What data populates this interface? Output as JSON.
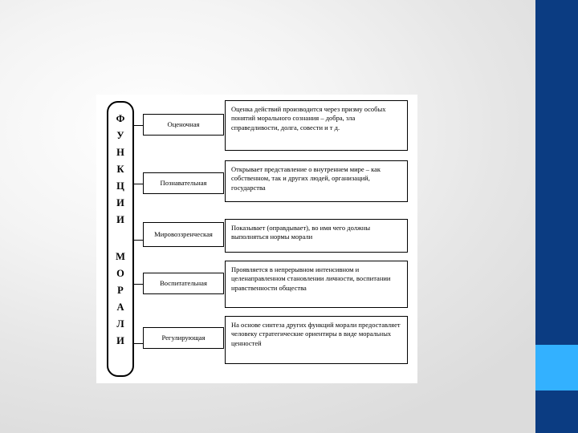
{
  "slide": {
    "background_color": "#e8e8e8",
    "accent_bar_color": "#0b3c82",
    "accent_block_color": "#33b1ff"
  },
  "diagram": {
    "title_vertical": "ФУНКЦИИ МОРАЛИ",
    "brace_letters_top": [
      "Ф",
      "У",
      "Н",
      "К",
      "Ц",
      "И",
      "И"
    ],
    "brace_letters_bottom": [
      "М",
      "О",
      "Р",
      "А",
      "Л",
      "И"
    ],
    "rows": [
      {
        "name": "Оценочная",
        "description": "Оценка действий производится через призму особых понятий морального сознания – добра, зла  справедливости, долга, совести и т д."
      },
      {
        "name": "Познавательная",
        "description": "Открывает представление о внутреннем мире – как собственном, так и других людей, организаций, государства"
      },
      {
        "name": "Мировоззренческая",
        "description": "Показывает (оправдывает), во имя чего должны выполняться нормы морали"
      },
      {
        "name": "Воспитательная",
        "description": "Проявляется в непрерывном интенсивном и целенаправленном становлении личности, воспитании нравственности общества"
      },
      {
        "name": "Регулирующая",
        "description": "На основе синтеза других  функций морали предоставляет человеку стратегические ориентиры в виде моральных ценностей"
      }
    ]
  }
}
